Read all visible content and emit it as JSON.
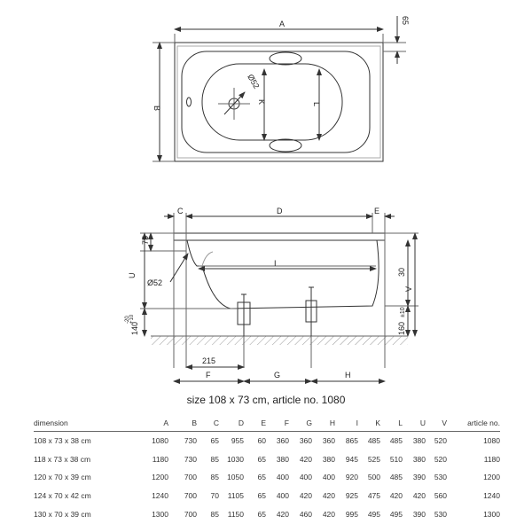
{
  "top_view": {
    "dim_A": "A",
    "dim_B": "B",
    "dim_65": "65",
    "dim_K": "K",
    "dim_L": "L",
    "dim_drain": "Ø52"
  },
  "side_view": {
    "dim_C": "C",
    "dim_D": "D",
    "dim_E": "E",
    "dim_75": "75",
    "dim_U": "U",
    "dim_drain": "Ø52",
    "dim_I": "I",
    "dim_30": "30",
    "dim_V": "V",
    "dim_140": "140",
    "dim_140_tol": "+10\n-20",
    "dim_160": "160",
    "dim_160_tol": "±10",
    "dim_215": "215",
    "dim_F": "F",
    "dim_G": "G",
    "dim_H": "H"
  },
  "caption": "size 108 x 73 cm, article no. 1080",
  "table": {
    "headers": [
      "dimension",
      "A",
      "B",
      "C",
      "D",
      "E",
      "F",
      "G",
      "H",
      "I",
      "K",
      "L",
      "U",
      "V",
      "article no."
    ],
    "rows": [
      [
        "108 x 73 x 38 cm",
        "1080",
        "730",
        "65",
        "955",
        "60",
        "360",
        "360",
        "360",
        "865",
        "485",
        "485",
        "380",
        "520",
        "1080"
      ],
      [
        "118 x 73 x 38 cm",
        "1180",
        "730",
        "85",
        "1030",
        "65",
        "380",
        "420",
        "380",
        "945",
        "525",
        "510",
        "380",
        "520",
        "1180"
      ],
      [
        "120 x 70 x 39 cm",
        "1200",
        "700",
        "85",
        "1050",
        "65",
        "400",
        "400",
        "400",
        "920",
        "500",
        "485",
        "390",
        "530",
        "1200"
      ],
      [
        "124 x 70 x 42 cm",
        "1240",
        "700",
        "70",
        "1105",
        "65",
        "400",
        "420",
        "420",
        "925",
        "475",
        "420",
        "420",
        "560",
        "1240"
      ],
      [
        "130 x 70 x 39 cm",
        "1300",
        "700",
        "85",
        "1150",
        "65",
        "420",
        "460",
        "420",
        "995",
        "495",
        "495",
        "390",
        "530",
        "1300"
      ]
    ]
  }
}
